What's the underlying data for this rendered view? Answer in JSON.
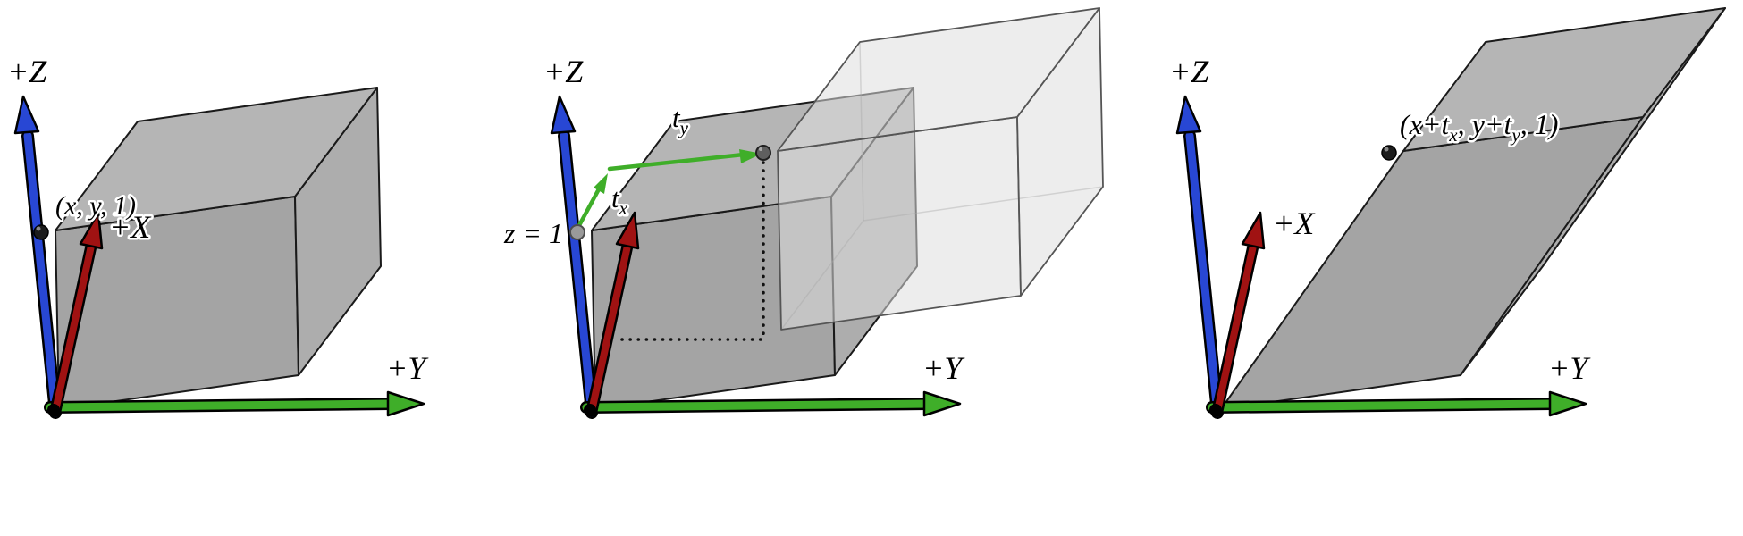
{
  "figure": {
    "title_hidden": "",
    "colors": {
      "background": "#ffffff",
      "axis_z": "#2847d4",
      "axis_y": "#3fae29",
      "axis_x": "#a01212",
      "box_top": "#b5b5b5",
      "box_front": "#a4a4a4",
      "box_side": "#adadad",
      "ghost_fill": "#dedede",
      "edge": "#1a1a1a",
      "point_dark": "#1c1c1c",
      "point_gray": "#9a9a9a",
      "point_mid": "#5f5f5f"
    },
    "panels": [
      {
        "id": "original",
        "labels": {
          "axis_z": "+Z",
          "axis_x": "+X",
          "axis_y": "+Y",
          "point": "(x, y, 1)"
        }
      },
      {
        "id": "translation",
        "labels": {
          "axis_z": "+Z",
          "axis_y": "+Y",
          "plane": "z = 1",
          "tx": {
            "base": "t",
            "sub": "x"
          },
          "ty": {
            "base": "t",
            "sub": "y"
          }
        }
      },
      {
        "id": "result",
        "labels": {
          "axis_z": "+Z",
          "axis_x": "+X",
          "axis_y": "+Y",
          "point_parts": {
            "p1": "(x+t",
            "s1": "x",
            "p2": ", y+t",
            "s2": "y",
            "p3": ", 1)"
          }
        }
      }
    ]
  }
}
